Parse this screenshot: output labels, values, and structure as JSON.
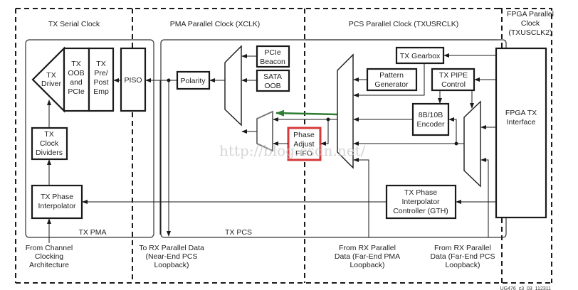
{
  "clock_domains": {
    "tx_serial": "TX Serial Clock",
    "pma_parallel": "PMA Parallel Clock (XCLK)",
    "pcs_parallel": "PCS Parallel Clock (TXUSRCLK)",
    "fpga_parallel": [
      "FPGA Parallel",
      "Clock",
      "(TXUSCLK2)"
    ]
  },
  "regions": {
    "tx_pma": "TX PMA",
    "tx_pcs": "TX PCS"
  },
  "blocks": {
    "tx_driver": [
      "TX",
      "Driver"
    ],
    "tx_oob_pcie": [
      "TX",
      "OOB",
      "and",
      "PCIe"
    ],
    "tx_pre_post_emp": [
      "TX",
      "Pre/",
      "Post",
      "Emp"
    ],
    "piso": "PISO",
    "tx_clock_dividers": [
      "TX",
      "Clock",
      "Dividers"
    ],
    "tx_phase_interpolator": [
      "TX Phase",
      "Interpolator"
    ],
    "polarity": "Polarity",
    "pcie_beacon": [
      "PCIe",
      "Beacon"
    ],
    "sata_oob": [
      "SATA",
      "OOB"
    ],
    "phase_adjust_fifo": [
      "Phase",
      "Adjust",
      "FIFO"
    ],
    "tx_gearbox": "TX Gearbox",
    "pattern_generator": [
      "Pattern",
      "Generator"
    ],
    "tx_pipe_control": [
      "TX PIPE",
      "Control"
    ],
    "encoder_8b10b": [
      "8B/10B",
      "Encoder"
    ],
    "fpga_tx_interface": [
      "FPGA TX",
      "Interface"
    ],
    "tx_pi_controller": [
      "TX Phase",
      "Interpolator",
      "Controller (GTH)"
    ]
  },
  "bottom_labels": {
    "from_channel_clocking": [
      "From Channel",
      "Clocking",
      "Architecture"
    ],
    "to_rx_parallel": [
      "To RX Parallel Data",
      "(Near-End PCS",
      "Loopback)"
    ],
    "from_rx_far_end_pma": [
      "From RX Parallel",
      "Data (Far-End PMA",
      "Loopback)"
    ],
    "from_rx_far_end_pcs": [
      "From RX Parallel",
      "Data (Far-End PCS",
      "Loopback)"
    ]
  },
  "highlight_color": "#d63a3a",
  "bypass_arrow_color": "#2e7d32",
  "watermark": "http://blog.csdn.net/",
  "figure_id": "UG476_c3_03_112311"
}
